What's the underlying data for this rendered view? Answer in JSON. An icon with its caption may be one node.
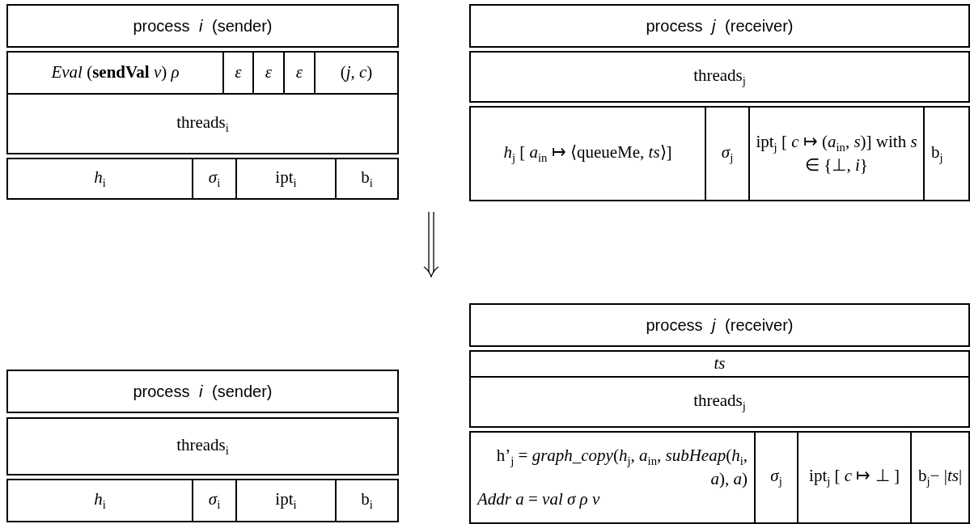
{
  "diagram": {
    "nodes": [
      {
        "text": [
          "process *i* (sender)"
        ]
      },
      {
        "text": [
          "*Eval* (**sendVal** *v*) *ρ*"
        ]
      },
      {
        "text": [
          "*ε*"
        ]
      },
      {
        "text": [
          "*ε*"
        ]
      },
      {
        "text": [
          "*ε*"
        ]
      },
      {
        "text": [
          "(*j*, *c*)"
        ]
      },
      {
        "text": [
          "threads$_{i}$"
        ]
      },
      {
        "text": [
          "*h*$_{i}$"
        ]
      },
      {
        "text": [
          "*σ*$_{i}$"
        ]
      },
      {
        "text": [
          "ipt$_{i}$"
        ]
      },
      {
        "text": [
          "b$_{i}$"
        ]
      },
      {
        "text": [
          "process *j* (receiver)"
        ]
      },
      {
        "text": [
          "threads$_{j}$"
        ]
      },
      {
        "text": [
          "*h*$_{j}$ [ *a*$_{in}$ ↦ ⟨queueMe, *ts*⟩]"
        ]
      },
      {
        "text": [
          "*σ*$_{j}$"
        ]
      },
      {
        "text": [
          "ipt$_{j}$ [ *c* ↦ (*a*$_{in}$, *s*)] with *s* ∈ {⊥, *i*}"
        ]
      },
      {
        "text": [
          "b$_{j}$"
        ]
      },
      {
        "text": [
          "process *j* (receiver)"
        ]
      },
      {
        "text": [
          "*ts*"
        ]
      },
      {
        "text": [
          "threads$_{j}$"
        ]
      },
      {
        "text": [
          "h’$_{j}$ = *graph_copy*(*h*$_{j}$, *a*$_{in}$, *subHeap*(*h*$_{i}$, *a*), *a*)",
          "*Addr a* = *val σ ρ v*"
        ]
      },
      {
        "text": [
          "*σ*$_{j}$"
        ]
      },
      {
        "text": [
          "ipt$_{j}$ [ *c* ↦ ⊥ ]"
        ]
      },
      {
        "text": [
          "b$_{j}$− |*ts*|"
        ]
      },
      {
        "text": [
          "process *i* (sender)"
        ]
      },
      {
        "text": [
          "threads$_{i}$"
        ]
      },
      {
        "text": [
          "*h*$_{i}$"
        ]
      },
      {
        "text": [
          "*σ*$_{i}$"
        ]
      },
      {
        "text": [
          "ipt$_{i}$"
        ]
      },
      {
        "text": [
          "b$_{i}$"
        ]
      }
    ]
  }
}
